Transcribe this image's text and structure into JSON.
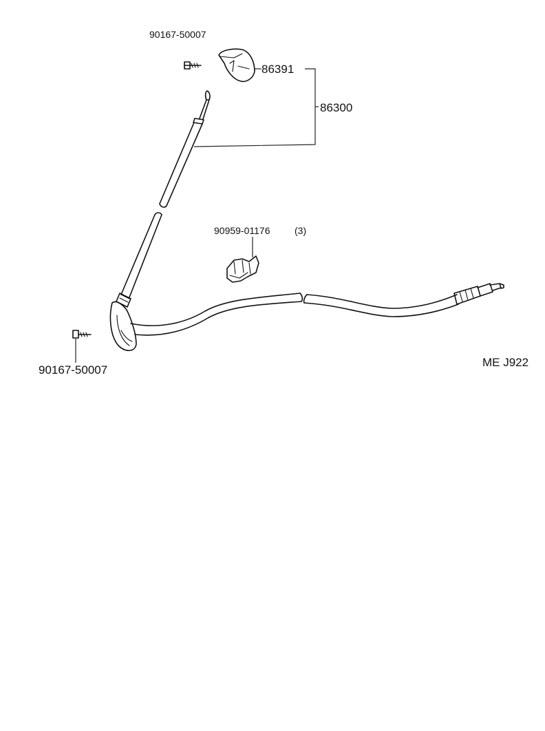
{
  "labels": {
    "screw_top": "90167-50007",
    "cover": "86391",
    "antenna_assy": "86300",
    "clamp": "90959-01176",
    "clamp_qty": "(3)",
    "screw_bottom": "90167-50007",
    "diagram_code": "ME J922"
  }
}
